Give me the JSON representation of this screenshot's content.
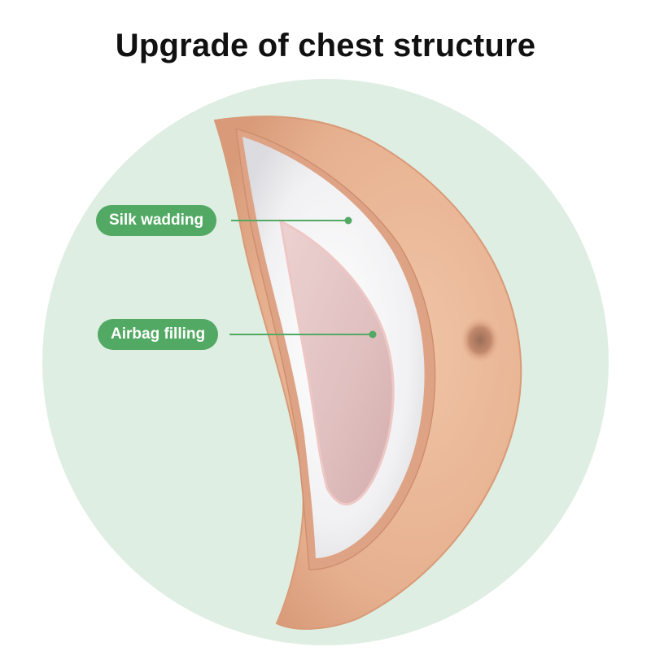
{
  "title": "Upgrade of chest structure",
  "labels": {
    "silk_wadding": "Silk wadding",
    "airbag_filling": "Airbag filling"
  },
  "colors": {
    "background_circle": "#dfeee3",
    "label_fill": "#52a963",
    "leader_line": "#52a963",
    "pad_outer": "#e8b391",
    "pad_edge": "#d99a77",
    "wadding": "#f3f3f4",
    "airbag": "#e3c3c3"
  }
}
